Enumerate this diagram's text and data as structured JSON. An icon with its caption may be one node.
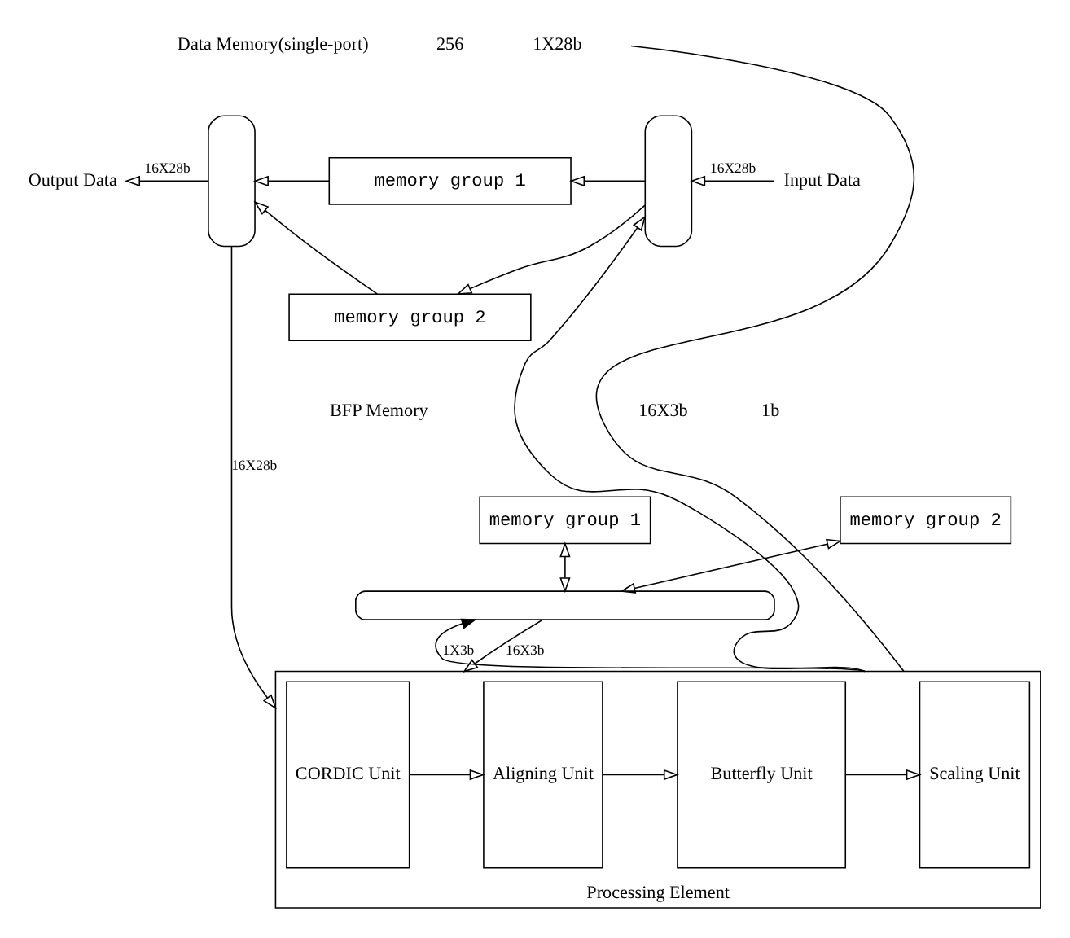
{
  "diagram": {
    "nodes": [
      {
        "text": [
          "Output Data"
        ]
      },
      {
        "text": [],
        "shape": "box"
      },
      {
        "text": [
          "memory group 1"
        ]
      },
      {
        "text": [
          "memory group 2"
        ]
      },
      {
        "text": [],
        "shape": "box"
      },
      {
        "text": [
          "Input Data"
        ]
      },
      {
        "text": [
          "memory group 1"
        ]
      },
      {
        "text": [
          "memory group 2"
        ]
      },
      {
        "text": [],
        "shape": "box"
      },
      {
        "text": [
          "Processing Element"
        ]
      },
      {
        "text": [
          "CORDIC Unit"
        ],
        "in": 9
      },
      {
        "text": [
          "Aligning Unit"
        ],
        "in": 9
      },
      {
        "text": [
          "Butterfly Unit"
        ],
        "in": 9
      },
      {
        "text": [
          "Scaling Unit"
        ],
        "in": 9
      }
    ],
    "edges": [
      {
        "from": 1,
        "to": 0,
        "arrow": "to",
        "label": "16X28b"
      },
      {
        "from": 2,
        "to": 1,
        "arrow": "to"
      },
      {
        "from": 3,
        "to": 1,
        "arrow": "to"
      },
      {
        "from": 4,
        "to": 2,
        "arrow": "to"
      },
      {
        "from": 4,
        "to": 3,
        "arrow": "to"
      },
      {
        "from": 5,
        "to": 4,
        "arrow": "to",
        "label": "16X28b"
      },
      {
        "from": 1,
        "to": 9,
        "arrow": "to",
        "label": "16X28b"
      },
      {
        "from": 6,
        "to": 8,
        "arrow": "both"
      },
      {
        "from": 7,
        "to": 8,
        "arrow": "both"
      },
      {
        "from": 8,
        "to": 9,
        "arrow": "to",
        "label": "16X3b"
      },
      {
        "from": 9,
        "to": 8,
        "arrow": "to",
        "label": "1X3b"
      },
      {
        "from": 10,
        "to": 11,
        "arrow": "to"
      },
      {
        "from": 11,
        "to": 12,
        "arrow": "to"
      },
      {
        "from": 12,
        "to": 13,
        "arrow": "to"
      },
      {
        "from": 9,
        "to": 4,
        "arrow": "to"
      },
      {
        "from": 9,
        "to": null,
        "arrow": "none"
      }
    ],
    "labels": [
      "Data Memory(single-port)",
      "256",
      "1X28b",
      "BFP Memory",
      "16X3b",
      "1b"
    ]
  }
}
